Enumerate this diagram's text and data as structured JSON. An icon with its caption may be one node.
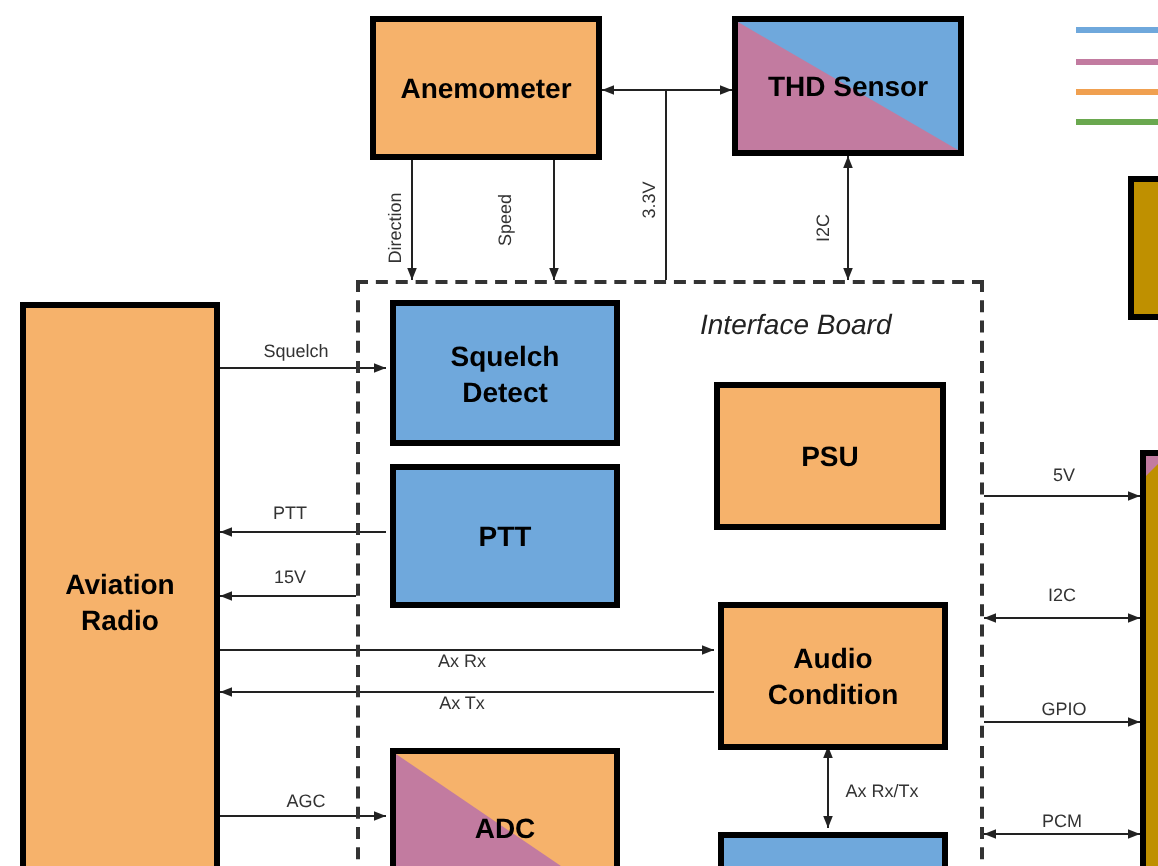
{
  "diagram": {
    "nodes": [
      {
        "text": [
          "Anemometer"
        ]
      },
      {
        "text": [
          "THD Sensor"
        ]
      },
      {
        "text": [
          "Interface Board"
        ]
      },
      {
        "text": [
          "Squelch Detect"
        ],
        "in": 2
      },
      {
        "text": [
          "PSU"
        ],
        "in": 2
      },
      {
        "text": [
          "PTT"
        ],
        "in": 2
      },
      {
        "text": [
          "Audio Condition"
        ],
        "in": 2
      },
      {
        "text": [
          "ADC"
        ],
        "in": 2
      },
      {
        "text": [],
        "shape": "box",
        "in": 2
      },
      {
        "text": [
          "Aviation Radio"
        ]
      },
      {
        "text": [],
        "shape": "box"
      },
      {
        "text": [],
        "shape": "box"
      }
    ],
    "edges": [
      {
        "from": 0,
        "to": 2,
        "arrow": "to",
        "label": "Direction"
      },
      {
        "from": 0,
        "to": 2,
        "arrow": "to",
        "label": "Speed"
      },
      {
        "from": 2,
        "to": 0,
        "arrow": "to",
        "label": "3.3V"
      },
      {
        "from": 2,
        "to": 1,
        "arrow": "to"
      },
      {
        "from": 1,
        "to": 2,
        "arrow": "both",
        "label": "I2C"
      },
      {
        "from": 9,
        "to": 3,
        "arrow": "to",
        "label": "Squelch"
      },
      {
        "from": 5,
        "to": 9,
        "arrow": "to",
        "label": "PTT"
      },
      {
        "from": 2,
        "to": 9,
        "arrow": "to",
        "label": "15V"
      },
      {
        "from": 9,
        "to": 6,
        "arrow": "to",
        "label": "Ax Rx"
      },
      {
        "from": 6,
        "to": 9,
        "arrow": "to",
        "label": "Ax Tx"
      },
      {
        "from": 9,
        "to": 7,
        "arrow": "to",
        "label": "AGC"
      },
      {
        "from": 6,
        "to": 8,
        "arrow": "both",
        "label": "Ax Rx/Tx"
      },
      {
        "from": 2,
        "to": 11,
        "arrow": "to",
        "label": "5V"
      },
      {
        "from": 2,
        "to": 11,
        "arrow": "both",
        "label": "I2C"
      },
      {
        "from": 2,
        "to": 11,
        "arrow": "to",
        "label": "GPIO"
      },
      {
        "from": 2,
        "to": 11,
        "arrow": "both",
        "label": "PCM"
      }
    ]
  }
}
